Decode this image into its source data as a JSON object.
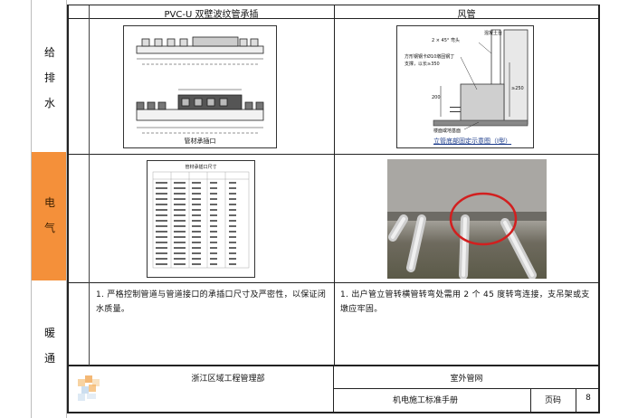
{
  "sidebar": {
    "plumbing": [
      "给",
      "排",
      "水"
    ],
    "electrical": [
      "电",
      "气"
    ],
    "hvac": [
      "暖",
      "通"
    ]
  },
  "cells": {
    "top_left_title": "PVC-U 双壁波纹管承插",
    "top_right_title": "风管",
    "pipe_socket_caption": "管材承插口",
    "table_title": "管材承插口尺寸",
    "duct_diagram_caption": "立管底部固定示意图（Ⅰ型）",
    "duct_labels": {
      "elbow": "2 × 45° 弯头",
      "base": "混凝土台",
      "anchor_note": "方形钢钢卡Ø10墩固钢丁",
      "anchor_note2": "支撑，以长≥350",
      "dim_left": "200",
      "dim_right": "≥250",
      "floor": "楼面或地基面"
    },
    "note_left": "1. 严格控制管道与管道接口的承插口尺寸及严密性，以保证闭水质量。",
    "note_right": "1. 出户管立管转横管转弯处需用 2 个 45 度转弯连接，支吊架或支墩应牢固。"
  },
  "footer": {
    "company": "浙江区域工程管理部",
    "section": "室外管网",
    "manual": "机电施工标准手册",
    "page_label": "页码",
    "page_number": "8"
  },
  "colors": {
    "accent_orange": "#f4903a",
    "highlight_circle": "#d21f1f"
  }
}
